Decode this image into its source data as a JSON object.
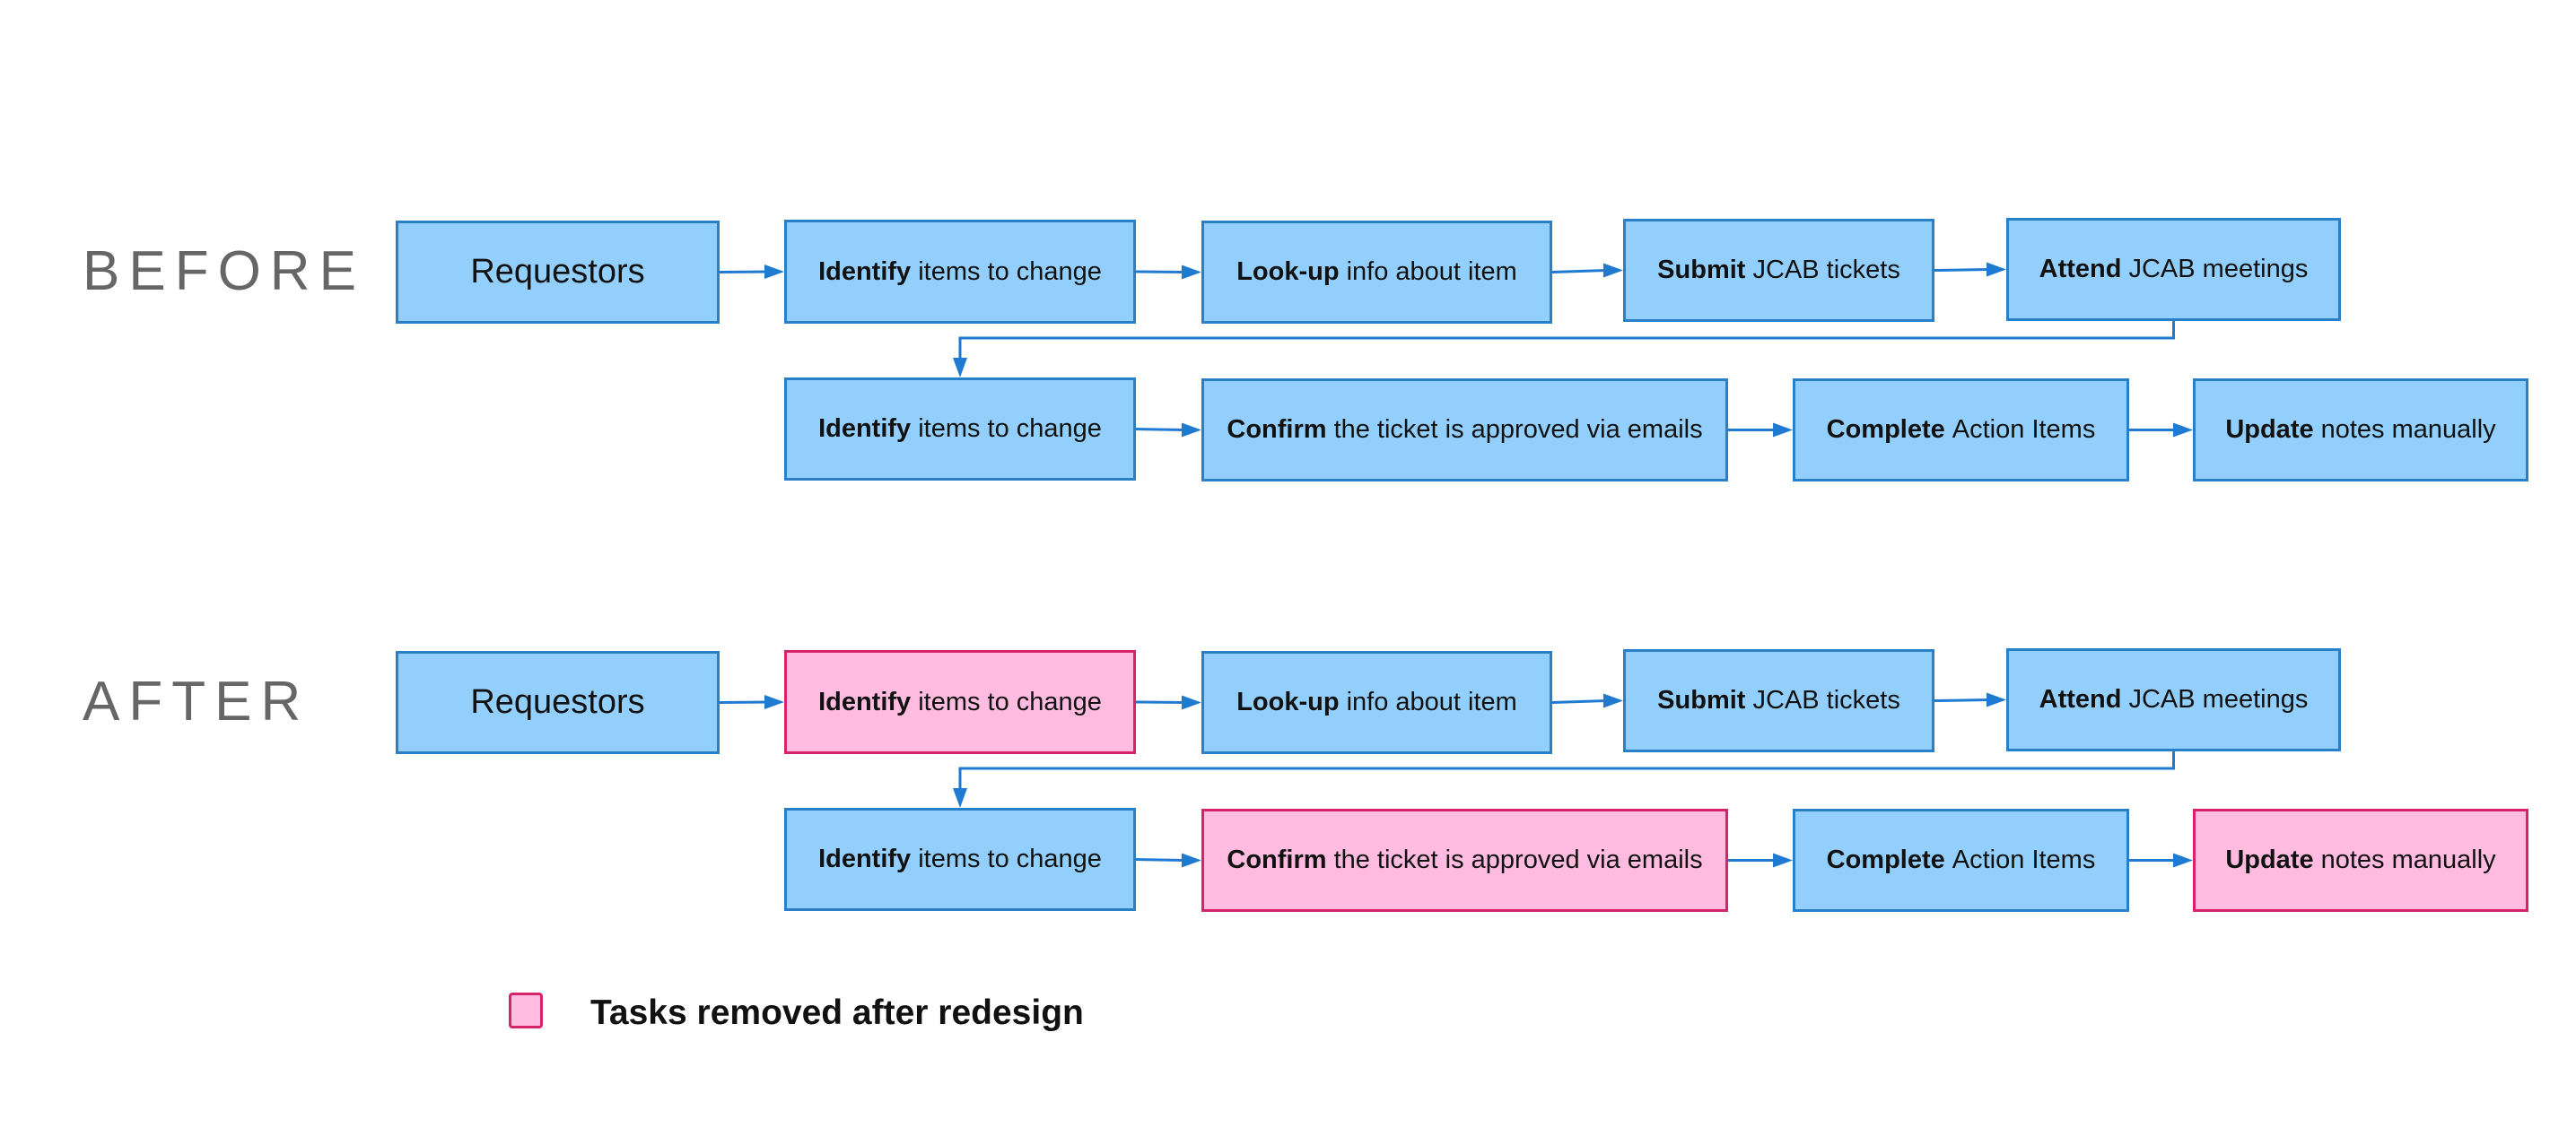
{
  "colors": {
    "step_fill": "#92cffc",
    "step_border": "#2a7fc9",
    "removed_fill": "#ffbce0",
    "removed_border": "#d6246b",
    "arrow": "#1f7ad1",
    "label": "#666666"
  },
  "before": {
    "label": "BEFORE",
    "row1": [
      {
        "bold": "",
        "rest": "Requestors",
        "removed": false
      },
      {
        "bold": "Identify",
        "rest": "items to change",
        "removed": false
      },
      {
        "bold": "Look-up",
        "rest": "info about item",
        "removed": false
      },
      {
        "bold": "Submit",
        "rest": "JCAB tickets",
        "removed": false
      },
      {
        "bold": "Attend",
        "rest": "JCAB meetings",
        "removed": false
      }
    ],
    "row2": [
      {
        "bold": "Identify",
        "rest": "items to change",
        "removed": false
      },
      {
        "bold": "Confirm",
        "rest": "the ticket is approved via emails",
        "removed": false
      },
      {
        "bold": "Complete",
        "rest": "Action Items",
        "removed": false
      },
      {
        "bold": "Update",
        "rest": "notes manually",
        "removed": false
      }
    ]
  },
  "after": {
    "label": "AFTER",
    "row1": [
      {
        "bold": "",
        "rest": "Requestors",
        "removed": false
      },
      {
        "bold": "Identify",
        "rest": "items to change",
        "removed": true
      },
      {
        "bold": "Look-up",
        "rest": "info about item",
        "removed": false
      },
      {
        "bold": "Submit",
        "rest": "JCAB tickets",
        "removed": false
      },
      {
        "bold": "Attend",
        "rest": "JCAB meetings",
        "removed": false
      }
    ],
    "row2": [
      {
        "bold": "Identify",
        "rest": "items to change",
        "removed": false
      },
      {
        "bold": "Confirm",
        "rest": "the ticket is approved via emails",
        "removed": true
      },
      {
        "bold": "Complete",
        "rest": "Action Items",
        "removed": false
      },
      {
        "bold": "Update",
        "rest": "notes manually",
        "removed": true
      }
    ]
  },
  "legend": {
    "label": "Tasks removed after redesign"
  }
}
